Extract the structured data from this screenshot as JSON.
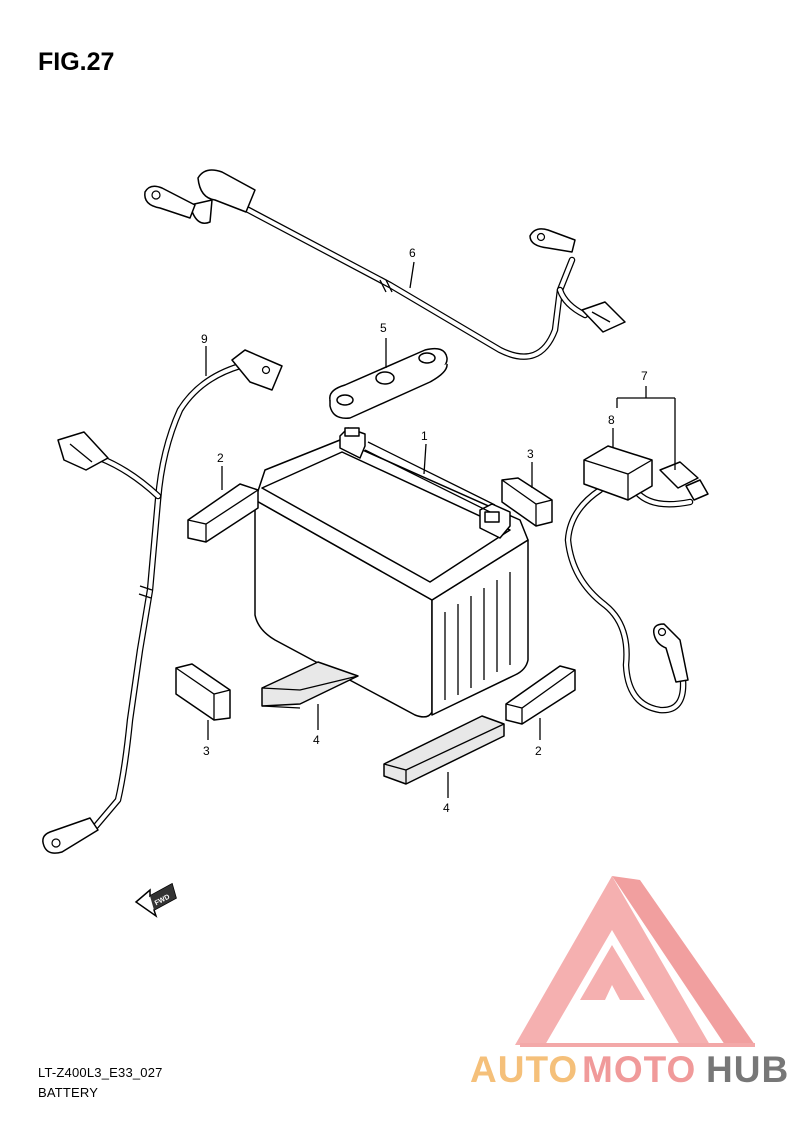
{
  "figure": {
    "title": "FIG.27",
    "code": "LT-Z400L3_E33_027",
    "name": "BATTERY"
  },
  "callouts": {
    "c1": "1",
    "c2a": "2",
    "c2b": "2",
    "c3a": "3",
    "c3b": "3",
    "c4a": "4",
    "c4b": "4",
    "c5": "5",
    "c6": "6",
    "c7": "7",
    "c8": "8",
    "c9": "9"
  },
  "fwd_arrow": {
    "text": "FWD"
  },
  "watermark": {
    "part1": "AUTO",
    "part2": "MOTO",
    "part3": "HUB",
    "colors": {
      "auto": "#f5c07a",
      "moto": "#f09a9a",
      "hub": "#7a7a7a",
      "triangle": "#f29a9a"
    }
  }
}
